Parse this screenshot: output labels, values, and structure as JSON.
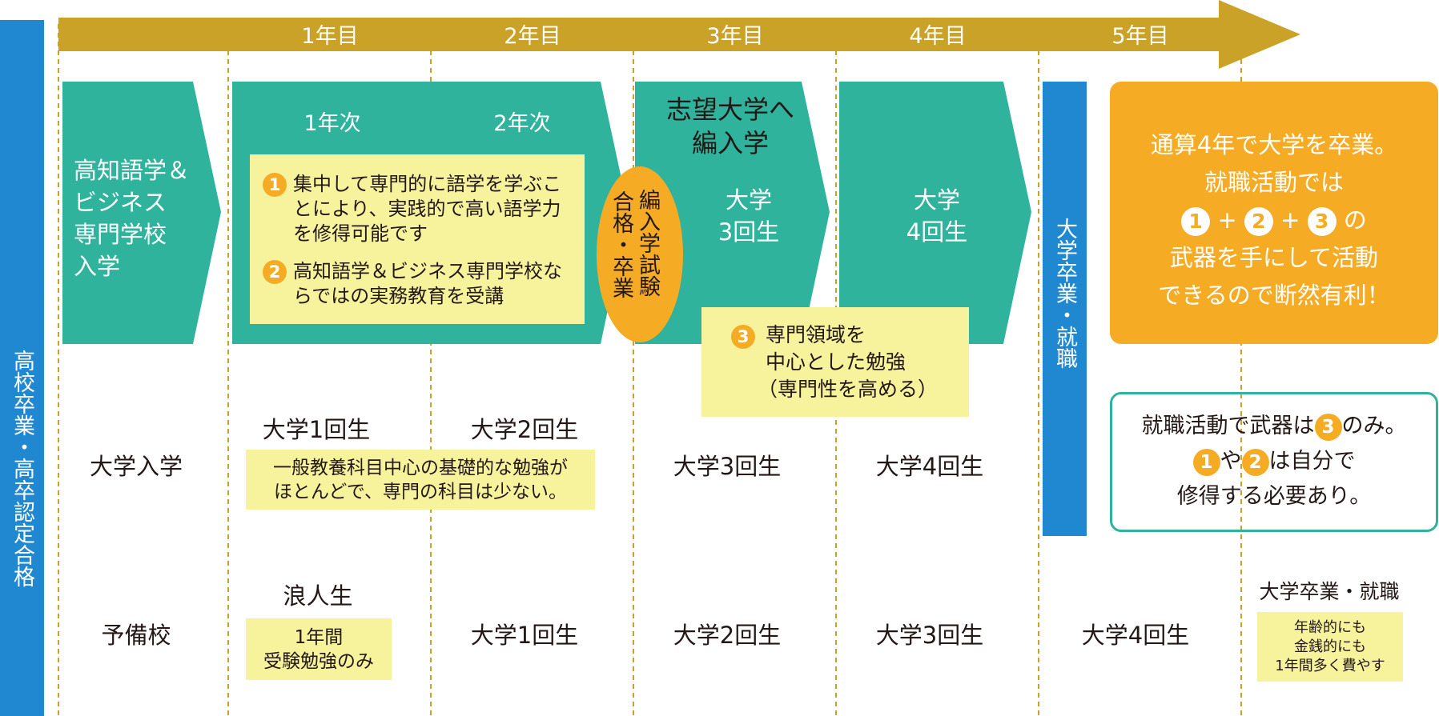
{
  "timeline": {
    "years": [
      "1年目",
      "2年目",
      "3年目",
      "4年目",
      "5年目"
    ],
    "colors": {
      "gold": "#c9a227",
      "teal": "#2fb39c",
      "blue": "#1f88d0",
      "orange": "#f5ac24",
      "yellow": "#f7f29c"
    }
  },
  "side_label": "高校卒業・高卒認定合格",
  "top_path": {
    "school_entry": [
      "高知語学＆",
      "ビジネス",
      "専門学校",
      "入学"
    ],
    "year1": "1年次",
    "year2": "2年次",
    "benefit1": "集中して専門的に語学を学ぶことにより、実践的で高い語学力を修得可能です",
    "benefit2": "高知語学＆ビジネス専門学校ならではの実務教育を受講",
    "transfer_oval": [
      "編入学試験",
      "合格・卒業"
    ],
    "transfer_title": [
      "志望大学へ",
      "編入学"
    ],
    "univ3": [
      "大学",
      "3回生"
    ],
    "univ4": [
      "大学",
      "4回生"
    ],
    "benefit3": [
      "専門領域を",
      "中心とした勉強",
      "（専門性を高める）"
    ],
    "graduation": "大学卒業・就職",
    "summary": {
      "line1": "通算4年で大学を卒業。",
      "line2": "就職活動では",
      "plus": "+",
      "line3_suffix": "の",
      "line4": "武器を手にして活動",
      "line5": "できるので断然有利！"
    }
  },
  "markers": {
    "one": "1",
    "two": "2",
    "three": "3"
  },
  "middle_path": {
    "label": "大学入学",
    "year1": "大学1回生",
    "year2": "大学2回生",
    "note": [
      "一般教養科目中心の基礎的な勉強が",
      "ほとんどで、専門の科目は少ない。"
    ],
    "year3": "大学3回生",
    "year4": "大学4回生",
    "compare": {
      "line1_prefix": "就職活動で武器は",
      "line1_suffix": "のみ。",
      "line2_mid": "や",
      "line2_suffix": "は自分で",
      "line3": "修得する必要あり。"
    }
  },
  "bottom_path": {
    "label": "予備校",
    "ronin": "浪人生",
    "ronin_note": [
      "1年間",
      "受験勉強のみ"
    ],
    "year2": "大学1回生",
    "year3": "大学2回生",
    "year4": "大学3回生",
    "year5": "大学4回生",
    "final": "大学卒業・就職",
    "final_note": [
      "年齢的にも",
      "金銭的にも",
      "1年間多く費やす"
    ]
  }
}
